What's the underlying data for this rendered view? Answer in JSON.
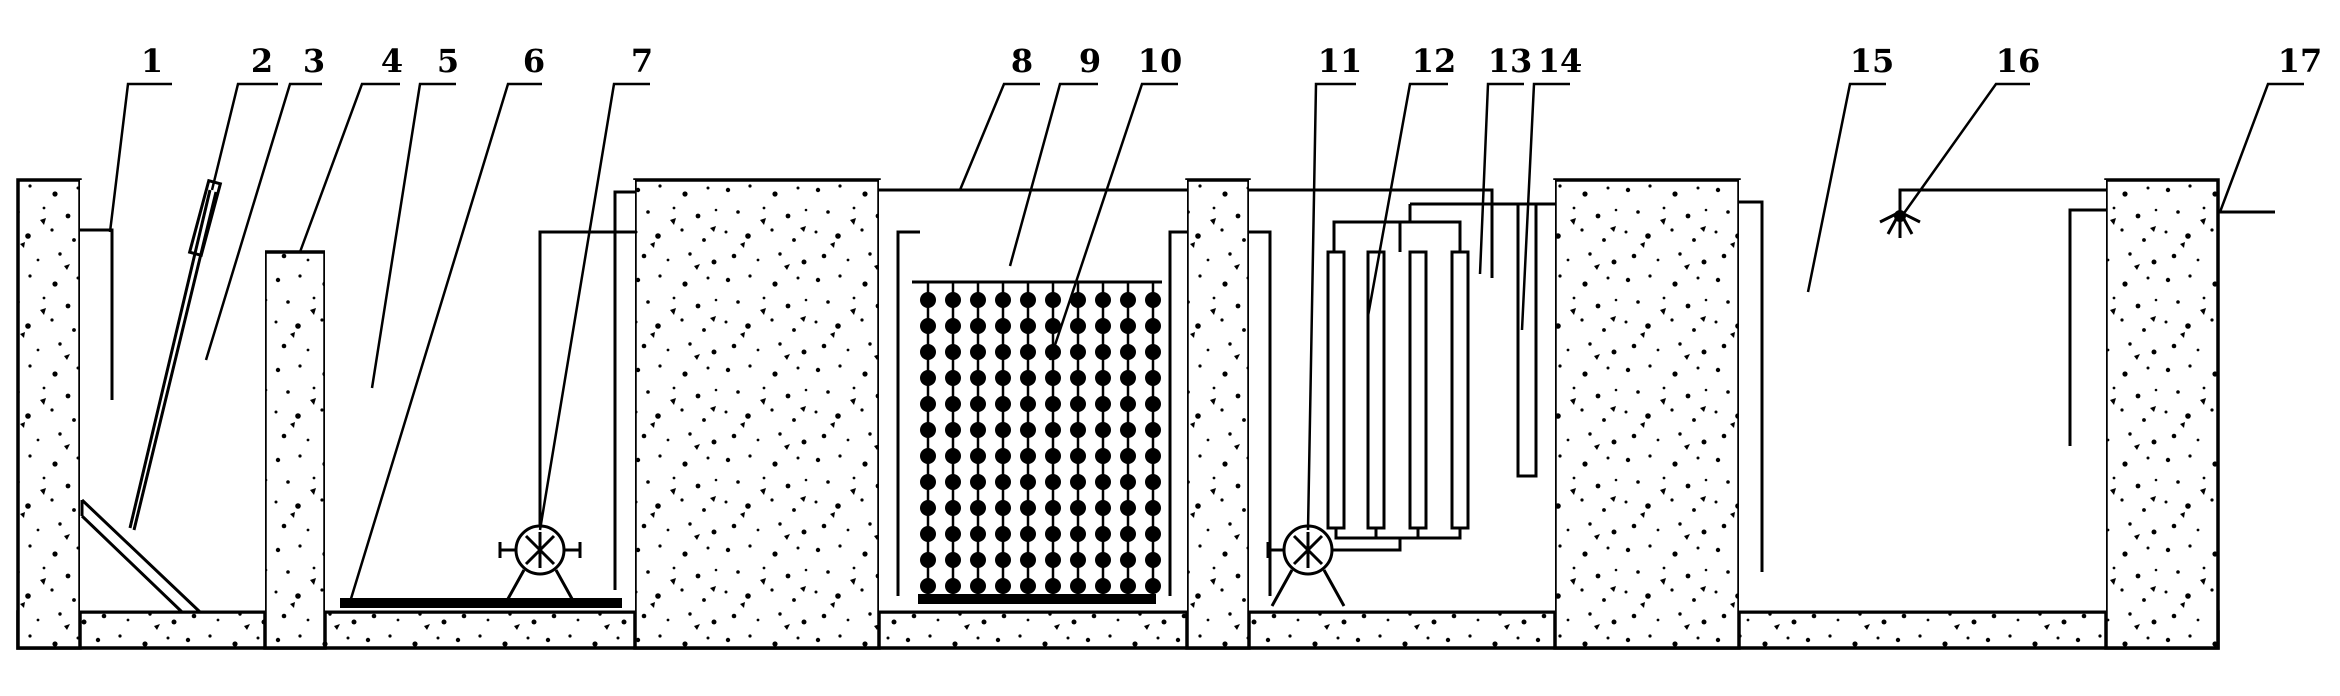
{
  "diagram": {
    "callouts": [
      "1",
      "2",
      "3",
      "4",
      "5",
      "6",
      "7",
      "8",
      "9",
      "10",
      "11",
      "12",
      "13",
      "14",
      "15",
      "16",
      "17"
    ]
  },
  "colors": {
    "stroke": "#000000",
    "background": "#ffffff"
  }
}
